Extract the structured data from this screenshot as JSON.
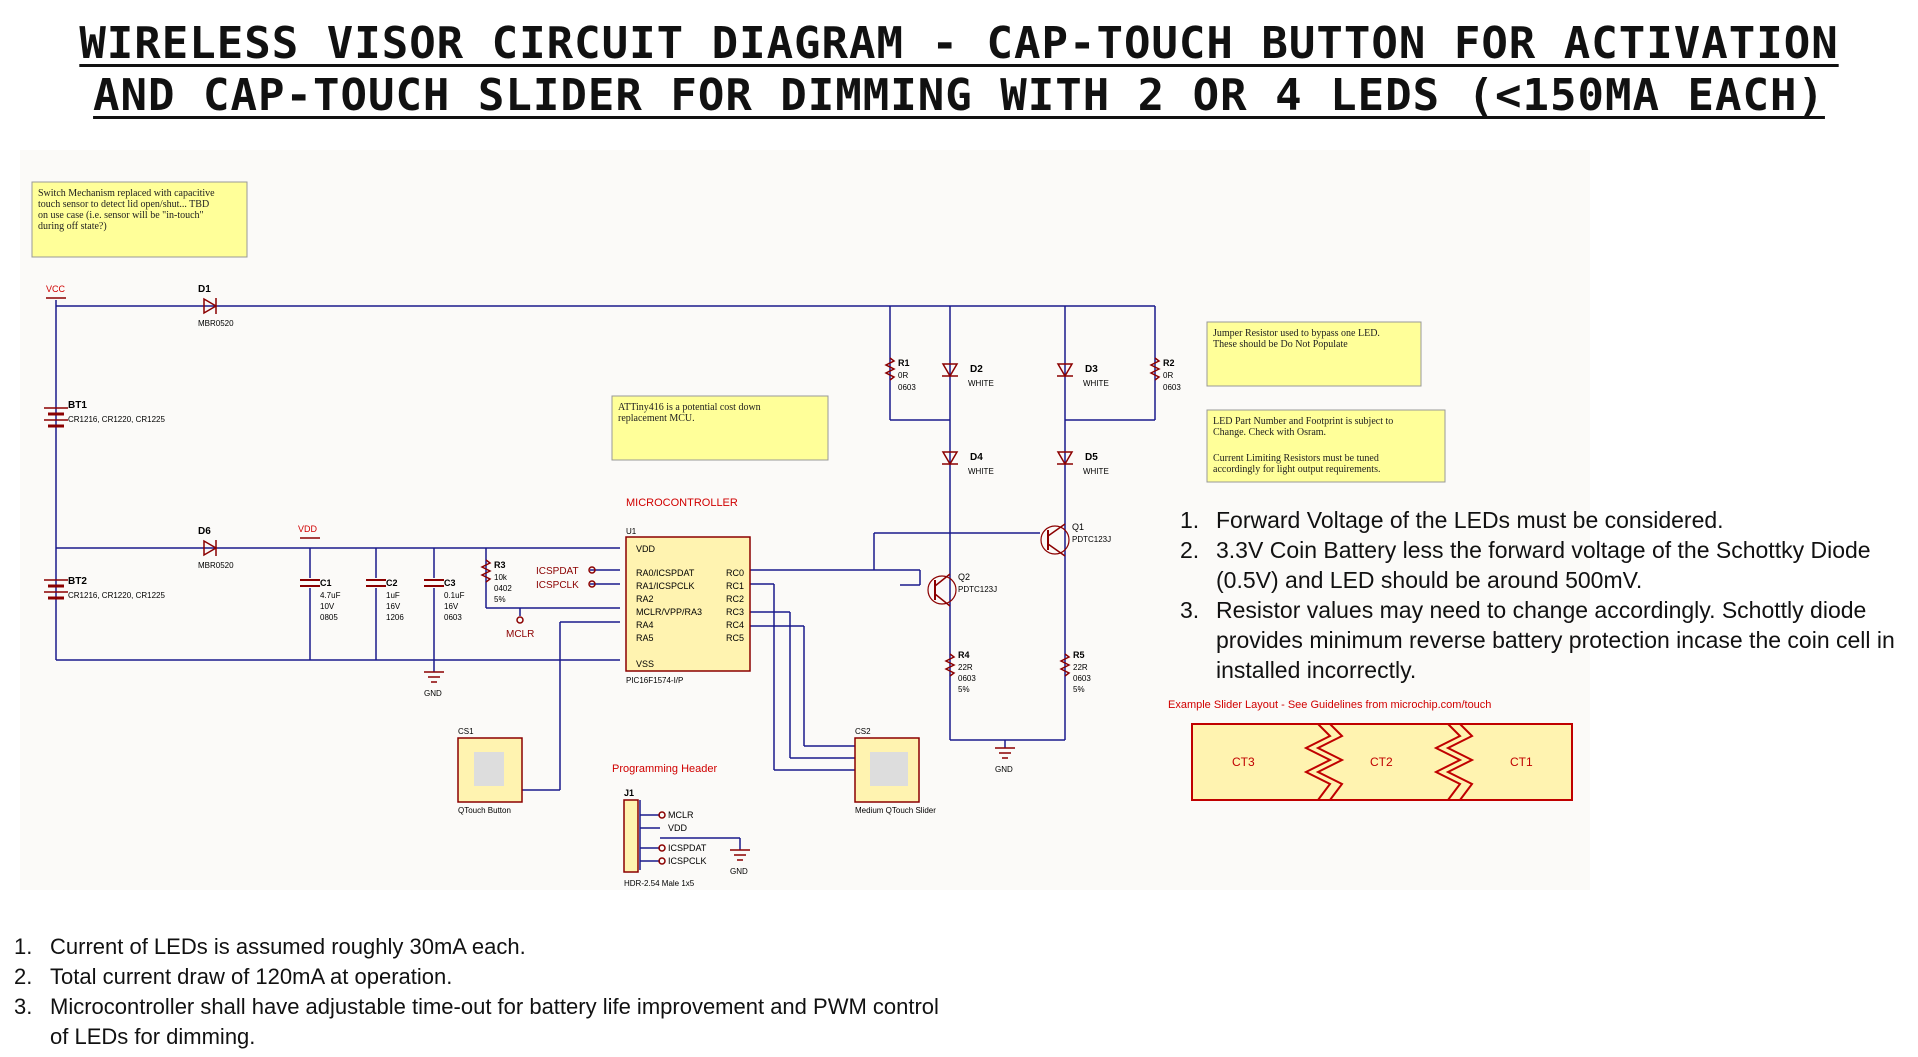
{
  "title": {
    "line1": "Wireless Visor Circuit Diagram - Cap-Touch Button for Activation",
    "line2": "and Cap-Touch slider for dimming with 2 or 4 LEDs (<150mA each)"
  },
  "notes_sticky": {
    "switch": [
      "Switch Mechanism replaced with capacitive",
      "touch sensor to detect lid open/shut... TBD",
      "on use case (i.e. sensor will be \"in-touch\"",
      "during off state?)"
    ],
    "attiny": [
      "ATTiny416 is a potential cost down",
      "replacement MCU."
    ],
    "jumper": [
      "Jumper Resistor used to bypass one LED.",
      "These should be Do Not Populate"
    ],
    "led": [
      "LED Part Number and Footprint is subject to",
      "Change. Check with Osram.",
      "",
      "Current Limiting Resistors must be tuned",
      "accordingly for light output requirements."
    ]
  },
  "labels": {
    "vcc": "VCC",
    "vdd": "VDD",
    "gnd": "GND",
    "mclr": "MCLR",
    "icspdat": "ICSPDAT",
    "icspclk": "ICSPCLK",
    "microcontroller": "MICROCONTROLLER",
    "programming_header": "Programming Header",
    "slider_title": "Example Slider Layout - See Guidelines from microchip.com/touch"
  },
  "components": {
    "d1": {
      "ref": "D1",
      "value": "MBR0520"
    },
    "d6": {
      "ref": "D6",
      "value": "MBR0520"
    },
    "bt1": {
      "ref": "BT1",
      "value": "CR1216, CR1220, CR1225"
    },
    "bt2": {
      "ref": "BT2",
      "value": "CR1216, CR1220, CR1225"
    },
    "c1": {
      "ref": "C1",
      "v1": "4.7uF",
      "v2": "10V",
      "v3": "0805"
    },
    "c2": {
      "ref": "C2",
      "v1": "1uF",
      "v2": "16V",
      "v3": "1206"
    },
    "c3": {
      "ref": "C3",
      "v1": "0.1uF",
      "v2": "16V",
      "v3": "0603"
    },
    "r3": {
      "ref": "R3",
      "v1": "10k",
      "v2": "0402",
      "v3": "5%"
    },
    "r1": {
      "ref": "R1",
      "v1": "0R",
      "v2": "0603"
    },
    "r2": {
      "ref": "R2",
      "v1": "0R",
      "v2": "0603"
    },
    "r4": {
      "ref": "R4",
      "v1": "22R",
      "v2": "0603",
      "v3": "5%"
    },
    "r5": {
      "ref": "R5",
      "v1": "22R",
      "v2": "0603",
      "v3": "5%"
    },
    "d2": {
      "ref": "D2",
      "value": "WHITE"
    },
    "d3": {
      "ref": "D3",
      "value": "WHITE"
    },
    "d4": {
      "ref": "D4",
      "value": "WHITE"
    },
    "d5": {
      "ref": "D5",
      "value": "WHITE"
    },
    "q1": {
      "ref": "Q1",
      "value": "PDTC123J"
    },
    "q2": {
      "ref": "Q2",
      "value": "PDTC123J"
    },
    "u1": {
      "ref": "U1",
      "part": "PIC16F1574-I/P"
    },
    "cs1": {
      "ref": "CS1",
      "name": "QTouch Button"
    },
    "cs2": {
      "ref": "CS2",
      "name": "Medium QTouch Slider"
    },
    "j1": {
      "ref": "J1",
      "part": "HDR-2.54 Male 1x5"
    }
  },
  "mcu_pins_left": [
    "VDD",
    "RA0/ICSPDAT",
    "RA1/ICSPCLK",
    "RA2",
    "MCLR/VPP/RA3",
    "RA4",
    "RA5",
    "VSS"
  ],
  "mcu_pins_right": [
    "RC0",
    "RC1",
    "RC2",
    "RC3",
    "RC4",
    "RC5"
  ],
  "slider_segments": [
    "CT3",
    "CT2",
    "CT1"
  ],
  "notes_right": [
    "Forward Voltage of the LEDs must be considered.",
    "3.3V Coin Battery less the forward voltage of the Schottky Diode (0.5V) and LED should be around 500mV.",
    "Resistor  values may need to change accordingly. Schottly diode  provides minimum reverse battery protection incase the coin  cell in installed incorrectly."
  ],
  "notes_bottom": [
    "Current of LEDs is assumed roughly 30mA each.",
    "Total current draw of 120mA at operation.",
    "Microcontroller shall have adjustable time-out for battery  life improvement and PWM control of LEDs for dimming."
  ],
  "colors": {
    "wire": "#1a1a8c",
    "component": "#8b0000",
    "label_red": "#d00000",
    "sticky": "#ffff99",
    "slider_fill": "#fff3b0",
    "slider_border": "#c00000"
  }
}
